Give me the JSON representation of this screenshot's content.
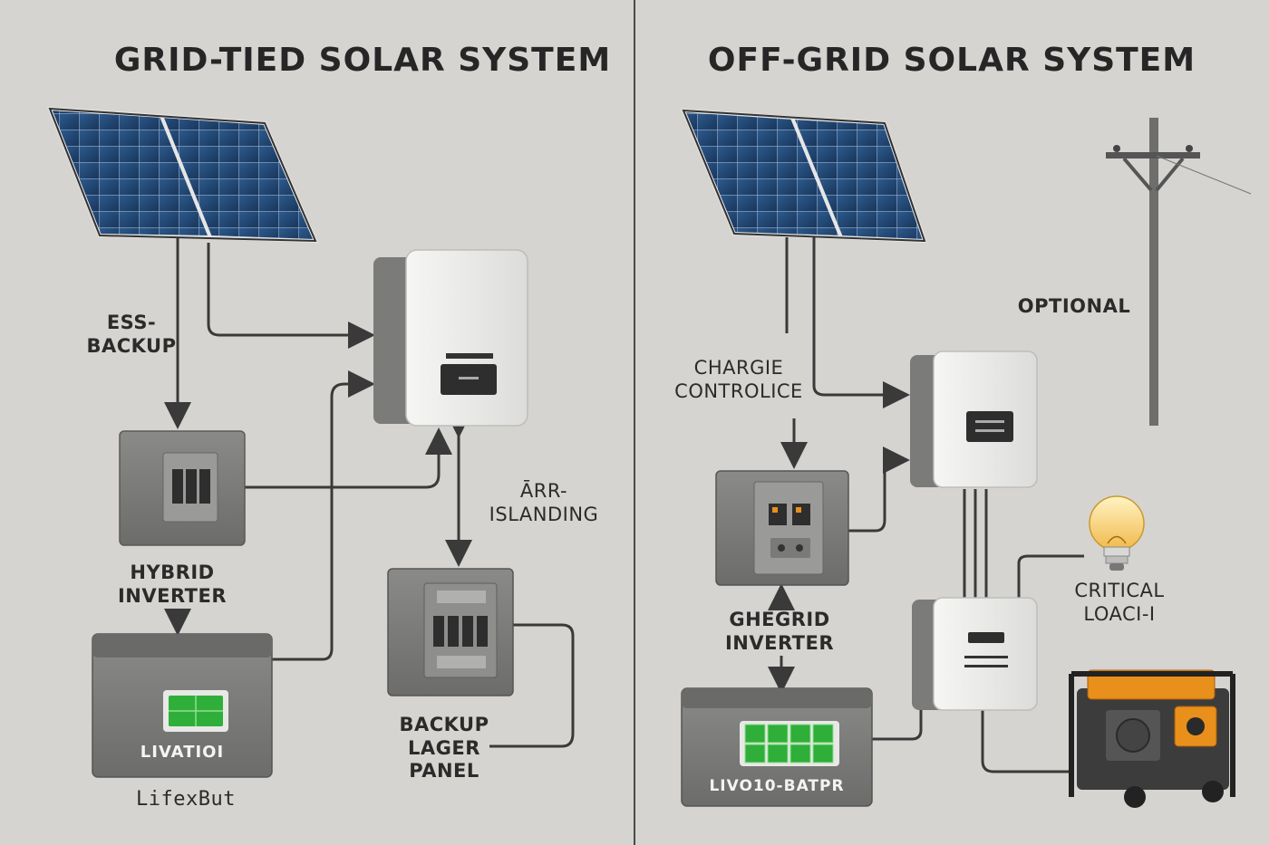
{
  "left": {
    "title": "GRID-TIED SOLAR SYSTEM",
    "labels": {
      "ess_backup": "ESS-\nBACKUP",
      "anti_islanding": "ĀRR-\nISLANDING",
      "hybrid_inverter": "HYBRID\nINVERTER",
      "backup_panel": "BACKUP\nLAGER\nPANEL",
      "battery_caption": "LifexBut"
    },
    "battery_label": "LIVATIOI"
  },
  "right": {
    "title": "OFF-GRID SOLAR SYSTEM",
    "labels": {
      "optional": "OPTIONAL",
      "charge_controller": "CHARGIE\nCONTROLICE",
      "offgrid_inverter": "GHEGRID\nINVERTER",
      "critical_loads": "CRITICAL\nLOACI-I"
    },
    "battery_label": "LIVO10-BATPR"
  },
  "colors": {
    "background": "#d6d4d0",
    "panel_blue": "#1f3f6b",
    "device_white": "#ececea",
    "device_gray": "#7a7a78",
    "battery_green": "#2fae3a",
    "generator_orange": "#e9901c",
    "wire": "#3a3a3a"
  }
}
